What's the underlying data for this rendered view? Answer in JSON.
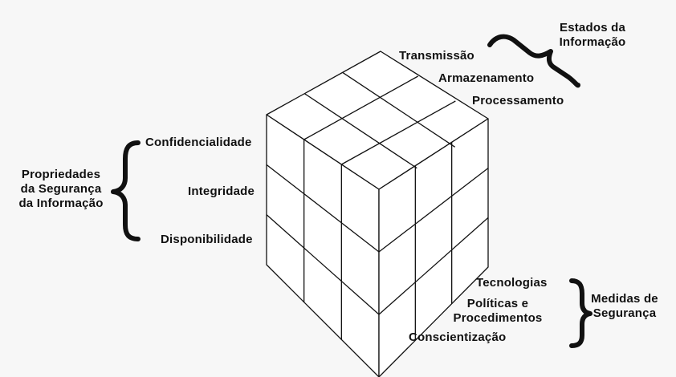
{
  "diagram": {
    "states": {
      "title": "Estados da\nInformação",
      "items": [
        "Transmissão",
        "Armazenamento",
        "Processamento"
      ]
    },
    "properties": {
      "title": "Propriedades\nda Segurança\nda Informação",
      "items": [
        "Confidencialidade",
        "Integridade",
        "Disponibilidade"
      ]
    },
    "measures": {
      "title": "Medidas de\nSegurança",
      "items": [
        "Tecnologias",
        "Políticas e\nProcedimentos",
        "Conscientização"
      ]
    },
    "colors": {
      "line": "#111111",
      "face": "#ffffff",
      "background": "#f7f7f7"
    }
  }
}
